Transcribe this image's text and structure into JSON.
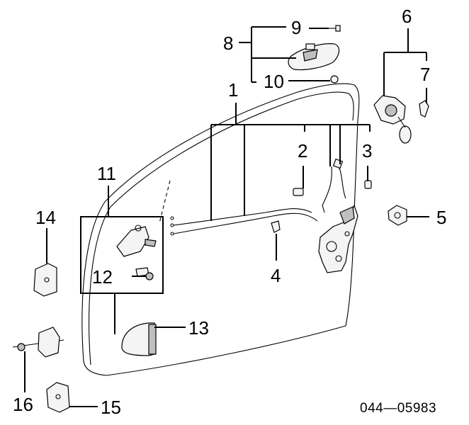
{
  "diagram": {
    "drawing_code": "044—05983",
    "callouts": {
      "c1": "1",
      "c2": "2",
      "c3": "3",
      "c4": "4",
      "c5": "5",
      "c6": "6",
      "c7": "7",
      "c8": "8",
      "c9": "9",
      "c10": "10",
      "c11": "11",
      "c12": "12",
      "c13": "13",
      "c14": "14",
      "c15": "15",
      "c16": "16"
    }
  }
}
